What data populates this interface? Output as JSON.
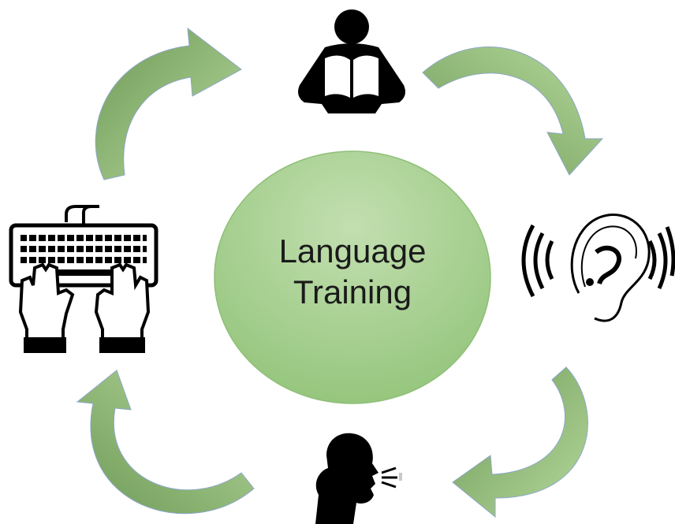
{
  "center": {
    "line1": "Language",
    "line2": "Training"
  },
  "activities": [
    {
      "id": "reading",
      "icon": "person-reading-book-icon"
    },
    {
      "id": "listening",
      "icon": "ear-with-sound-waves-icon"
    },
    {
      "id": "speaking",
      "icon": "person-speaking-icon"
    },
    {
      "id": "writing",
      "icon": "hands-typing-keyboard-icon"
    }
  ],
  "colors": {
    "circle_fill_top": "#b9d9a4",
    "circle_fill_bottom": "#93c47a",
    "circle_stroke": "#8fbf78",
    "arrow_light": "#a9d18e",
    "arrow_dark": "#6f9a58",
    "arrow_stroke": "#8ea7c8",
    "icon": "#000000"
  }
}
